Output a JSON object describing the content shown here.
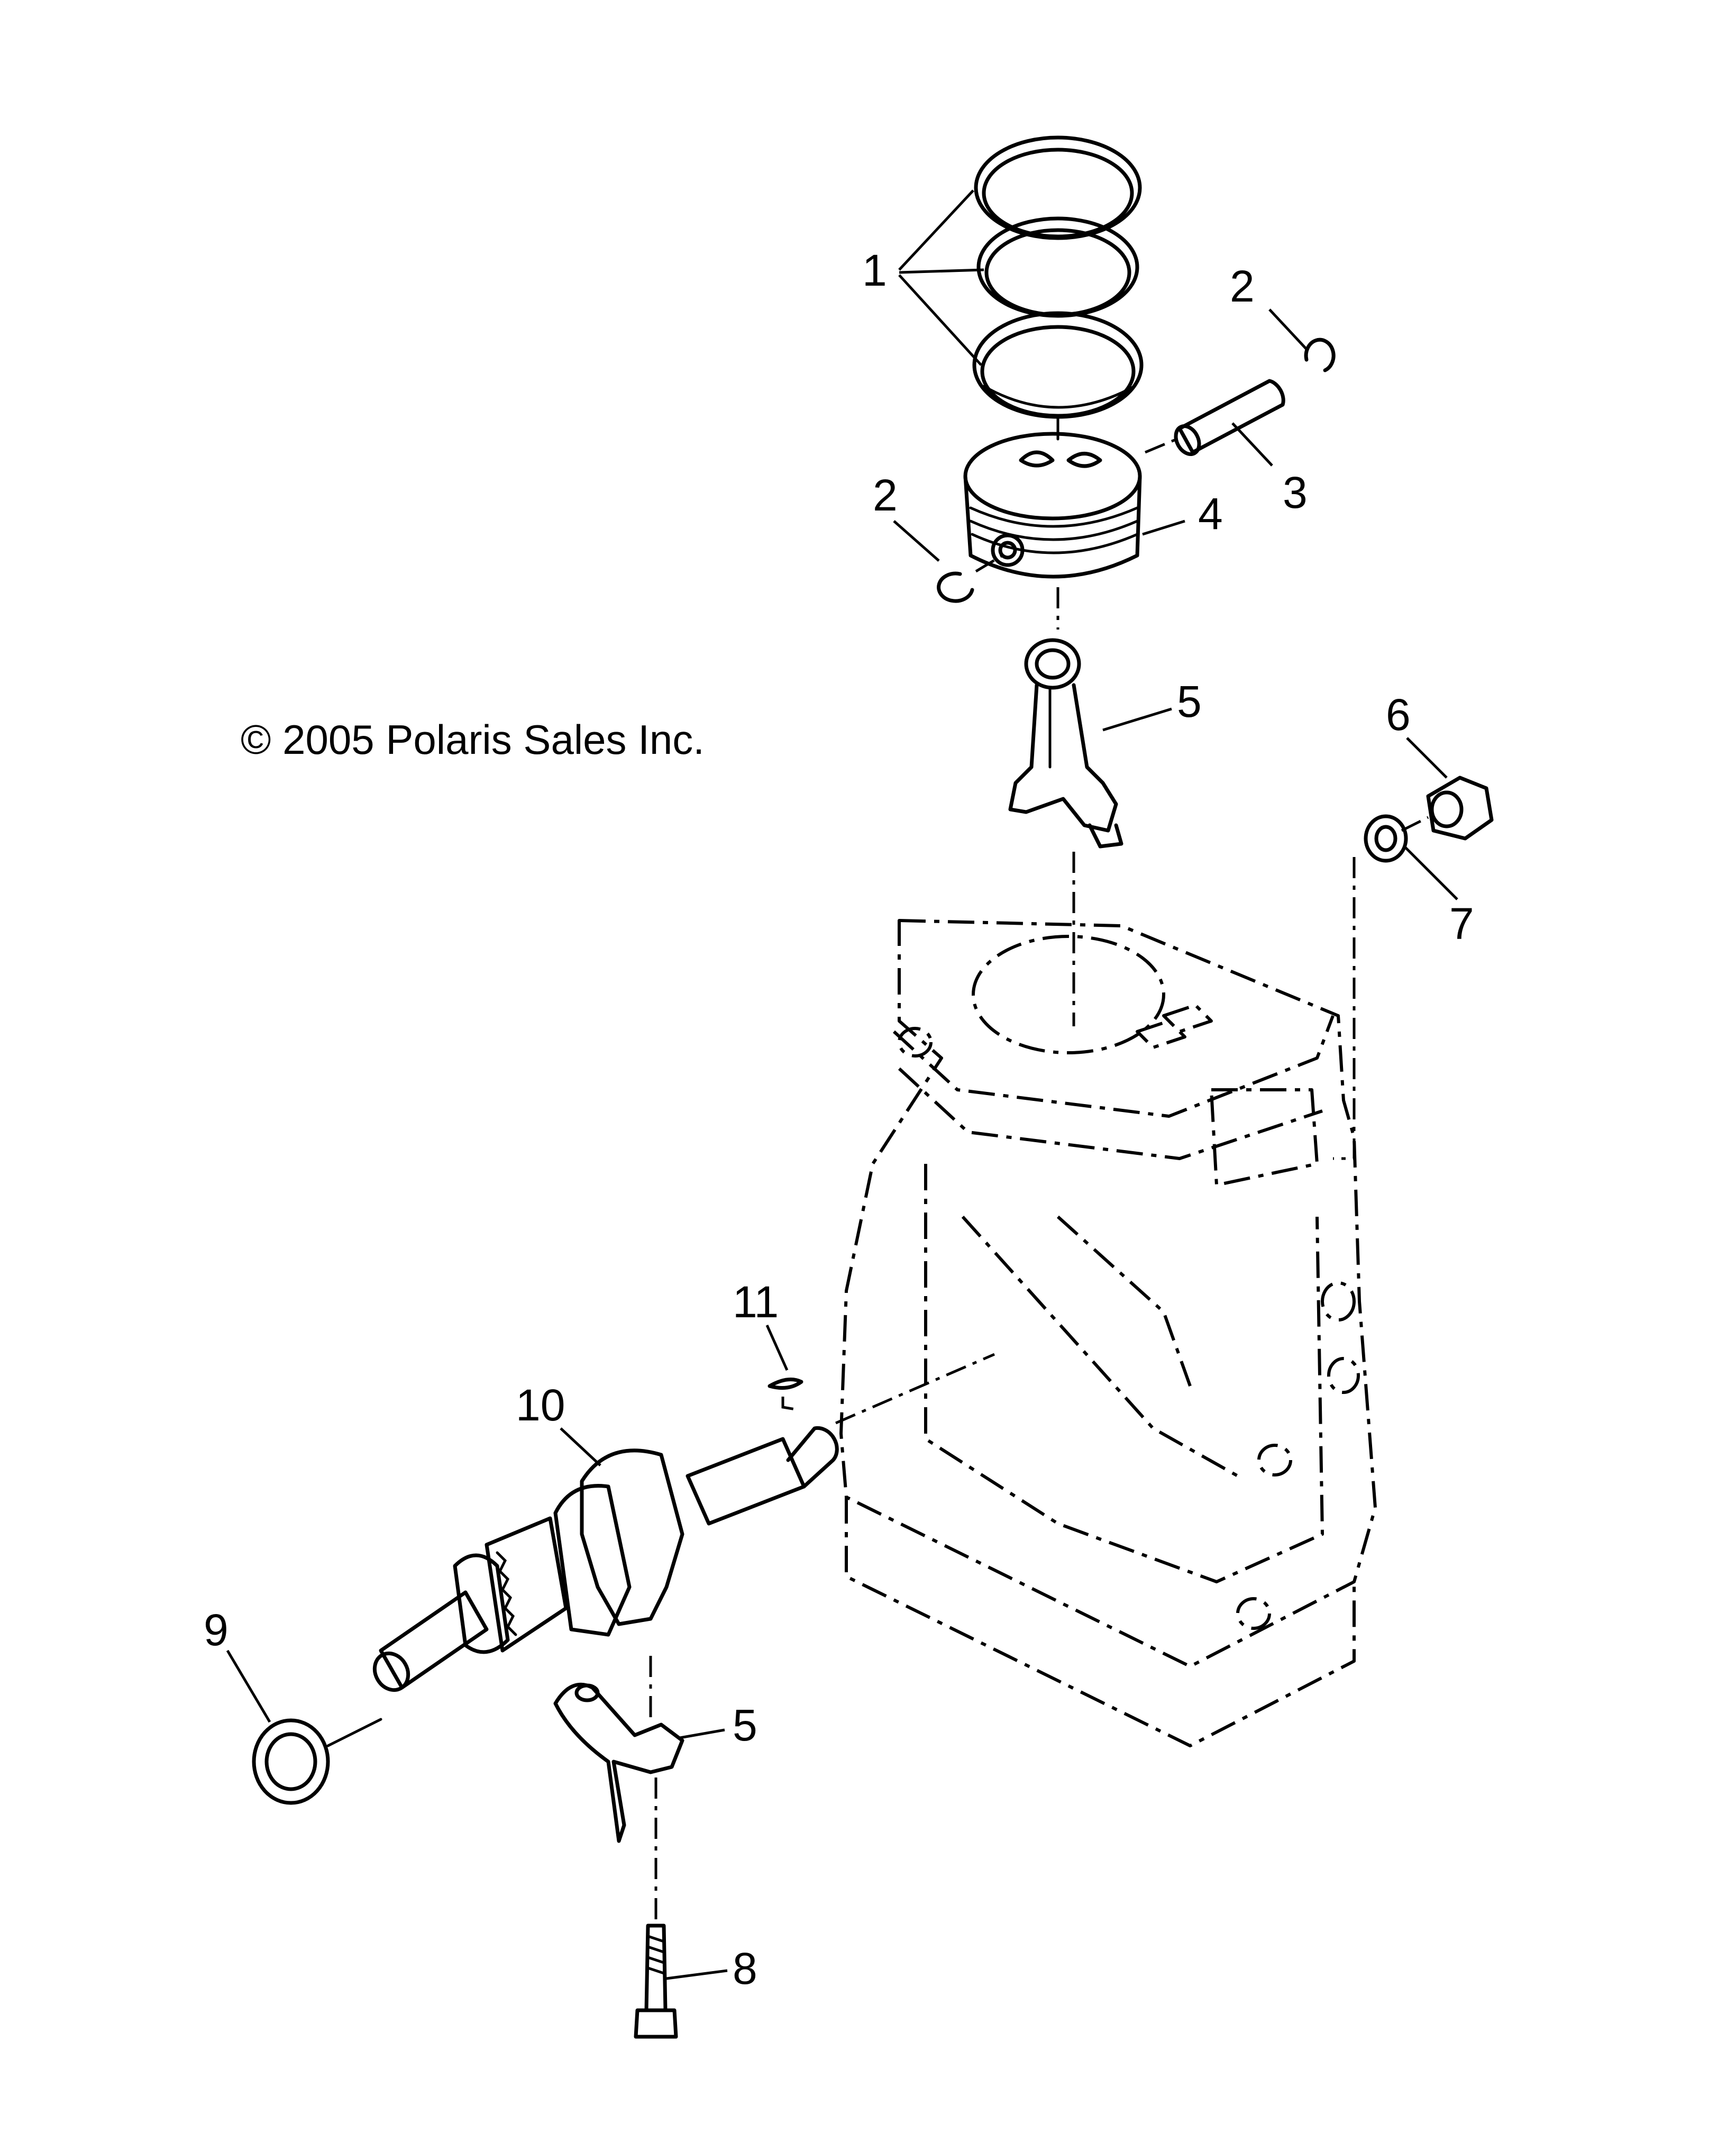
{
  "copyright": "© 2005 Polaris Sales Inc.",
  "callouts": {
    "c1": "1",
    "c2a": "2",
    "c2b": "2",
    "c3": "3",
    "c4": "4",
    "c5a": "5",
    "c5b": "5",
    "c6": "6",
    "c7": "7",
    "c8": "8",
    "c9": "9",
    "c10": "10",
    "c11": "11"
  }
}
